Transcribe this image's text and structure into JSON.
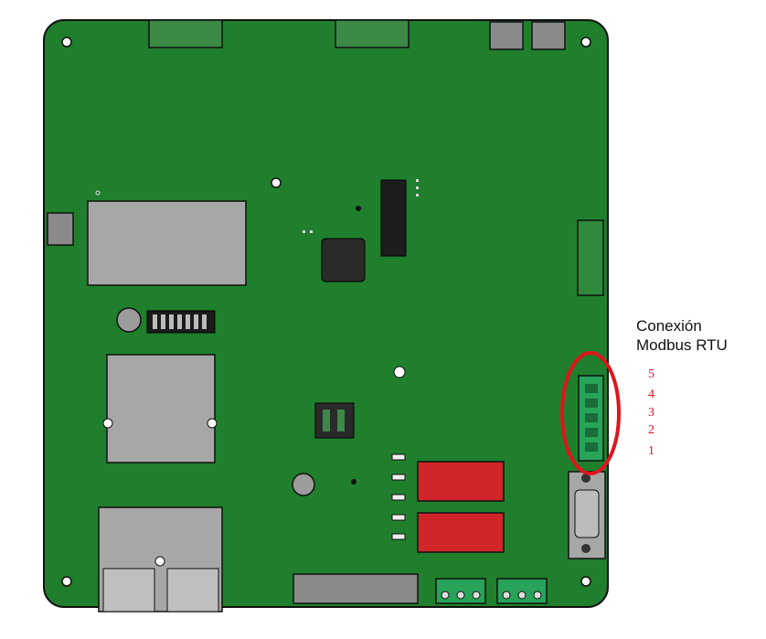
{
  "annotation": {
    "title_line1": "Conexión",
    "title_line2": "Modbus RTU",
    "pins": [
      "5",
      "4",
      "3",
      "2",
      "1"
    ],
    "pin_color": "#e0141c",
    "highlight_color": "#e0141c"
  },
  "colors": {
    "board": "#1f7f2c",
    "board_edge": "#111111",
    "component_gray": "#a9a9a9",
    "chip_dark": "#2a2a2a",
    "relay_red": "#d0262a",
    "terminal_green": "#27a35a"
  }
}
